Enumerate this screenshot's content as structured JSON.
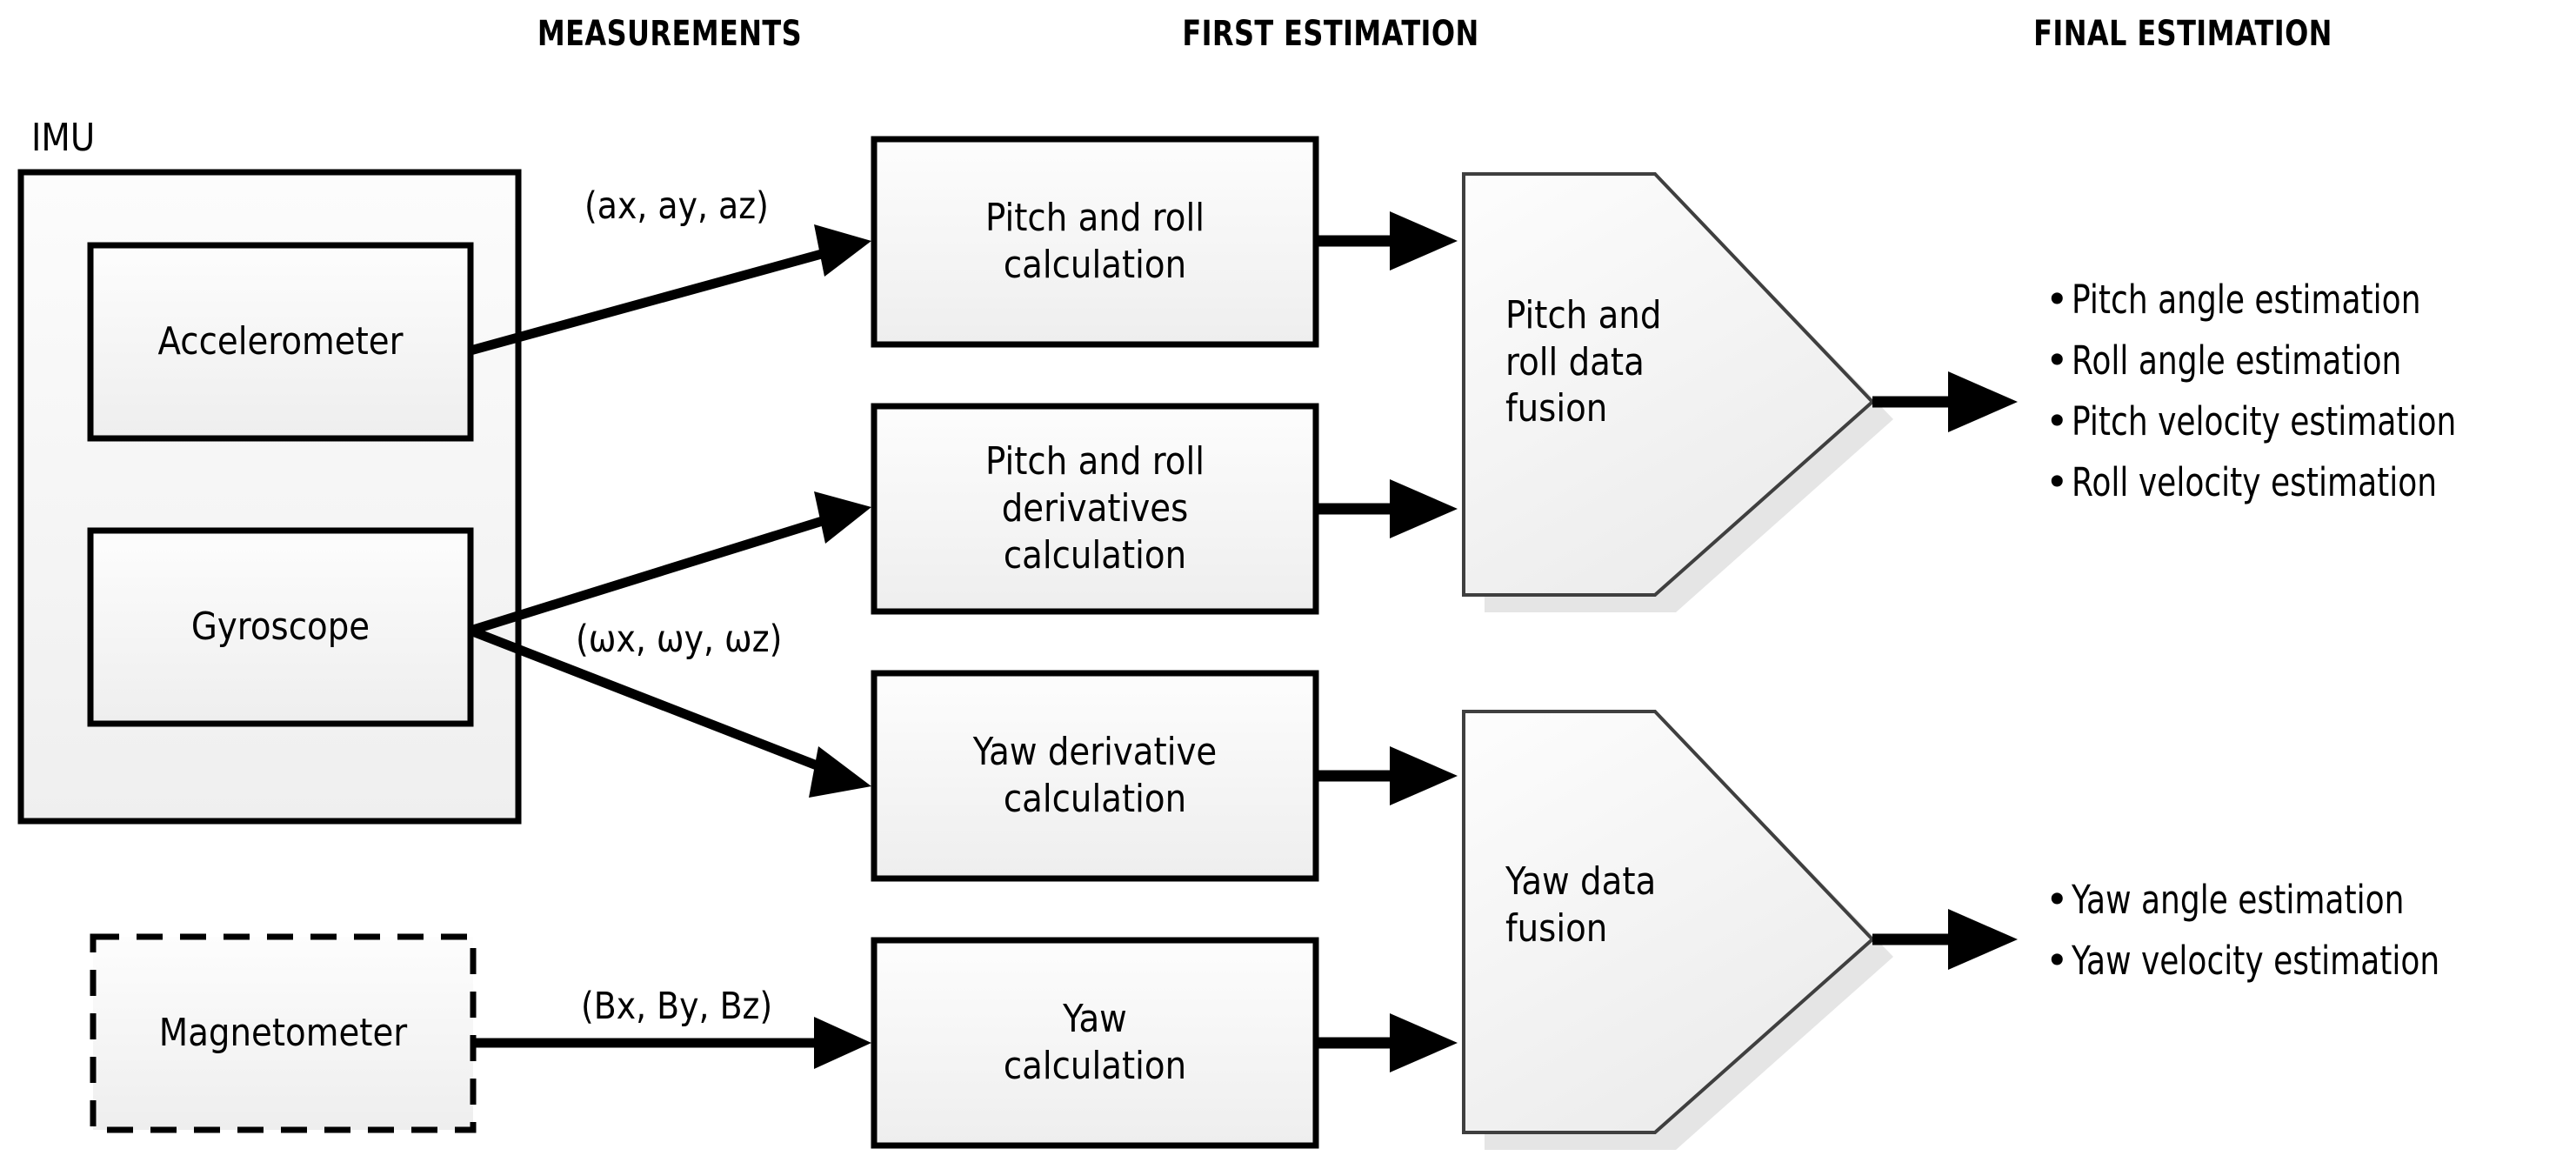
{
  "headers": [
    {
      "label": "MEASUREMENTS"
    },
    {
      "label": "FIRST ESTIMATION"
    },
    {
      "label": "FINAL ESTIMATION"
    }
  ],
  "sensors": {
    "imu_label": "IMU",
    "accelerometer": "Accelerometer",
    "gyroscope": "Gyroscope",
    "magnetometer": "Magnetometer"
  },
  "signals": {
    "accel": "(ax, ay, az)",
    "gyro": "(ωx, ωy, ωz)",
    "mag": "(Bx, By, Bz)"
  },
  "processing_blocks": [
    {
      "line1": "Pitch and roll",
      "line2": "calculation",
      "line3": ""
    },
    {
      "line1": "Pitch and roll",
      "line2": "derivatives",
      "line3": "calculation"
    },
    {
      "line1": "Yaw derivative",
      "line2": "calculation",
      "line3": ""
    },
    {
      "line1": "Yaw",
      "line2": "calculation",
      "line3": ""
    }
  ],
  "fusion_blocks": [
    {
      "line1": "Pitch and",
      "line2": "roll data",
      "line3": "fusion"
    },
    {
      "line1": "Yaw data",
      "line2": "fusion",
      "line3": ""
    }
  ],
  "outputs": {
    "attitude": [
      "Pitch angle estimation",
      "Roll angle estimation",
      "Pitch velocity estimation",
      "Roll velocity estimation"
    ],
    "yaw": [
      "Yaw angle estimation",
      "Yaw velocity estimation"
    ],
    "bullet_glyph": "•"
  },
  "colors": {
    "stroke": "#000000",
    "background": "#ffffff",
    "box_fill_top": "#fdfdfd",
    "box_fill_bottom": "#eeeeee",
    "pentagon_stroke": "#3f3f3f",
    "shadow": "#e3e3e3"
  }
}
